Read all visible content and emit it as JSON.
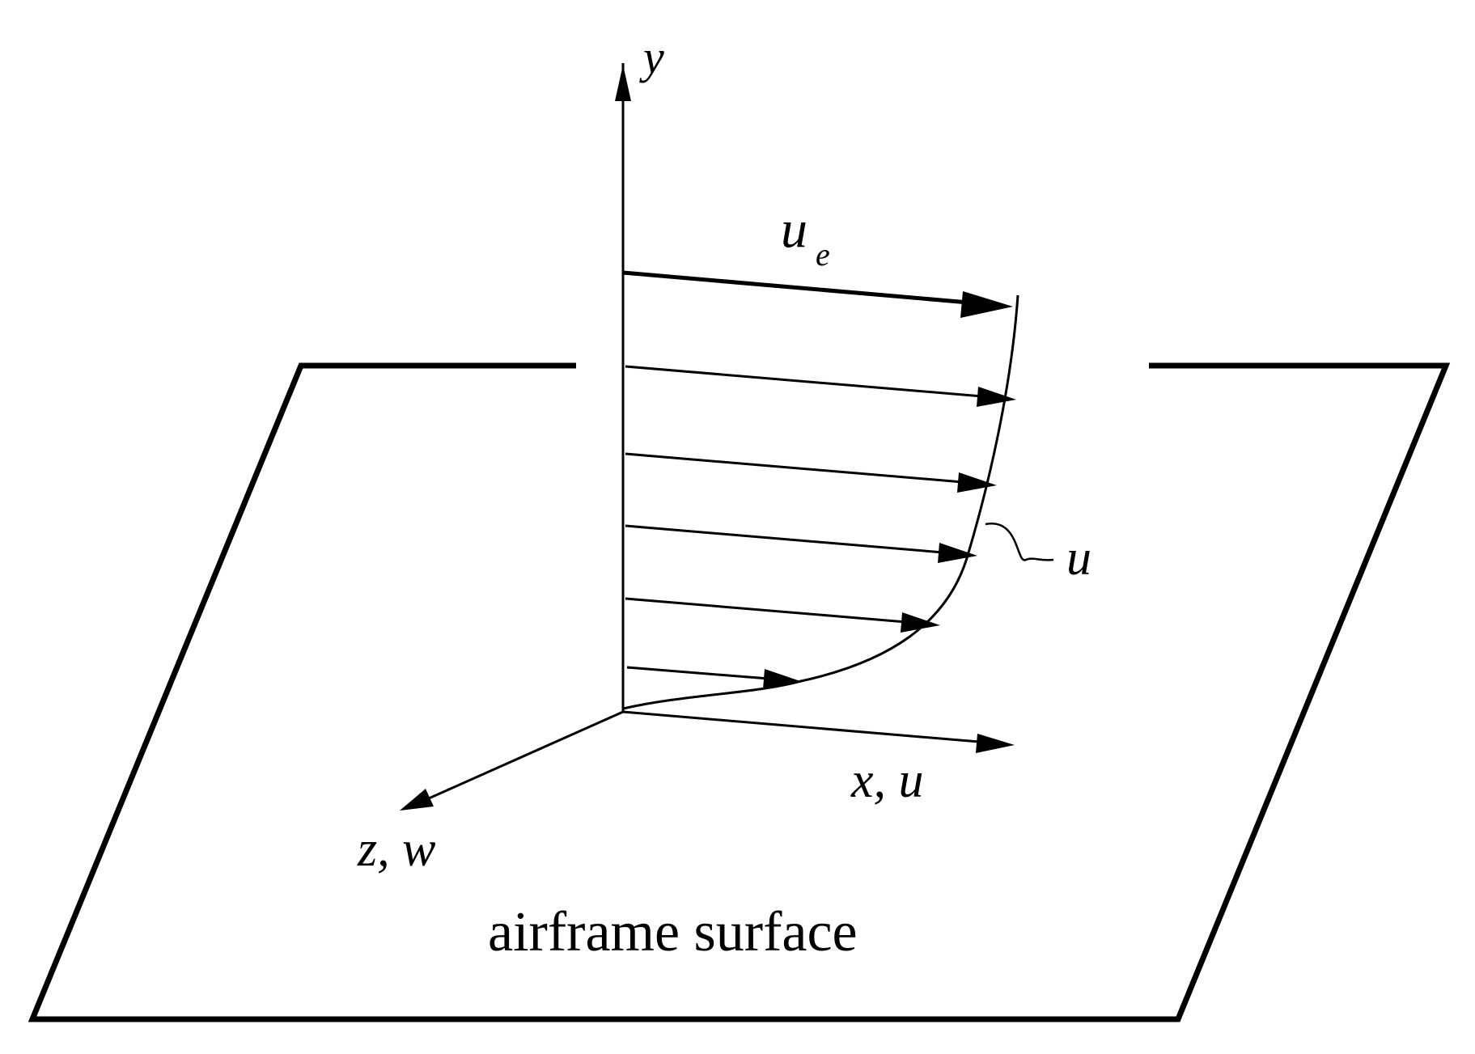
{
  "diagram": {
    "labels": {
      "y_axis": "y",
      "x_axis": "x, u",
      "z_axis": "z, w",
      "edge_velocity_base": "u",
      "edge_velocity_subscript": "e",
      "profile": "u",
      "surface": "airframe surface"
    },
    "colors": {
      "stroke": "#000000",
      "background": "#ffffff"
    }
  }
}
